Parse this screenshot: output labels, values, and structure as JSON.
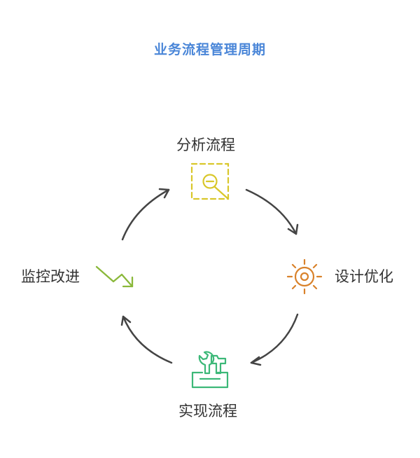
{
  "title": "业务流程管理周期",
  "nodes": [
    {
      "id": "analyze",
      "label": "分析流程",
      "icon": "magnifier-minus-icon",
      "color": "#d9c72a"
    },
    {
      "id": "design",
      "label": "设计优化",
      "icon": "sun-gear-icon",
      "color": "#d9822b"
    },
    {
      "id": "implement",
      "label": "实现流程",
      "icon": "toolbox-icon",
      "color": "#3cb878"
    },
    {
      "id": "monitor",
      "label": "监控改进",
      "icon": "trend-down-icon",
      "color": "#8ab83a"
    }
  ],
  "arrow_color": "#444444",
  "cycle_direction": "clockwise"
}
